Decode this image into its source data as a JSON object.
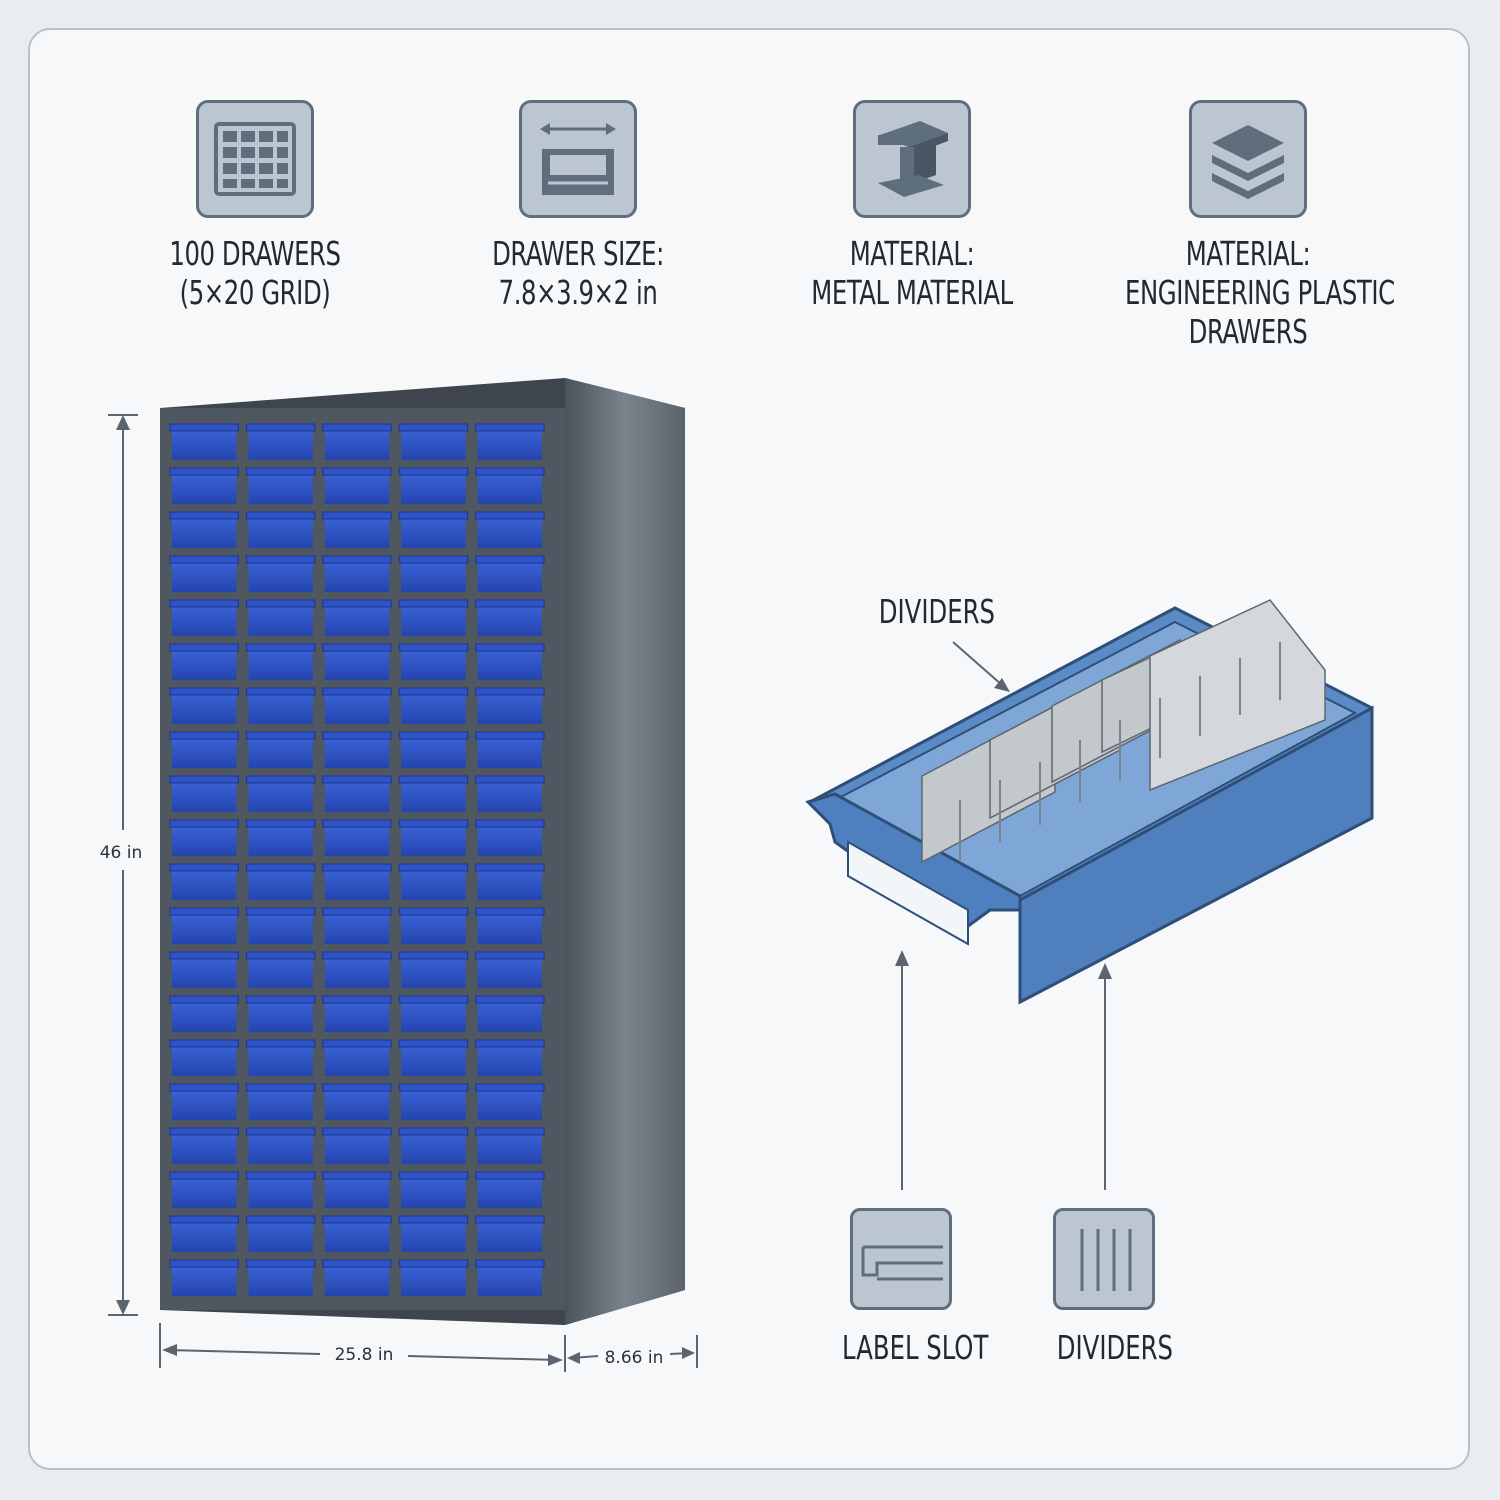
{
  "features": [
    {
      "icon": "grid-drawers-icon",
      "lines": [
        "100 DRAWERS",
        "(5×20 GRID)"
      ]
    },
    {
      "icon": "tray-width-icon",
      "lines": [
        "DRAWER SIZE:",
        "7.8×3.9×2 in"
      ]
    },
    {
      "icon": "steel-beam-icon",
      "lines": [
        "MATERIAL:",
        "METAL MATERIAL"
      ]
    },
    {
      "icon": "layers-icon",
      "lines": [
        "MATERIAL:",
        "ENGINEERING PLASTIC",
        "DRAWERS"
      ]
    }
  ],
  "cabinet": {
    "columns": 5,
    "rows": 20,
    "dimensions": {
      "height": "46 in",
      "width": "25.8 in",
      "depth": "8.66 in"
    }
  },
  "drawer_callouts": {
    "dividers_top": "DIVIDERS",
    "label_slot": {
      "icon": "label-slot-icon",
      "label": "LABEL SLOT"
    },
    "dividers_bottom": {
      "icon": "dividers-icon",
      "label": "DIVIDERS"
    }
  },
  "colors": {
    "drawer_blue": "#2f54c8",
    "cabinet_grey": "#505962",
    "tray_blue": "#5b8dc9",
    "icon_fill": "#bcc6d0"
  }
}
